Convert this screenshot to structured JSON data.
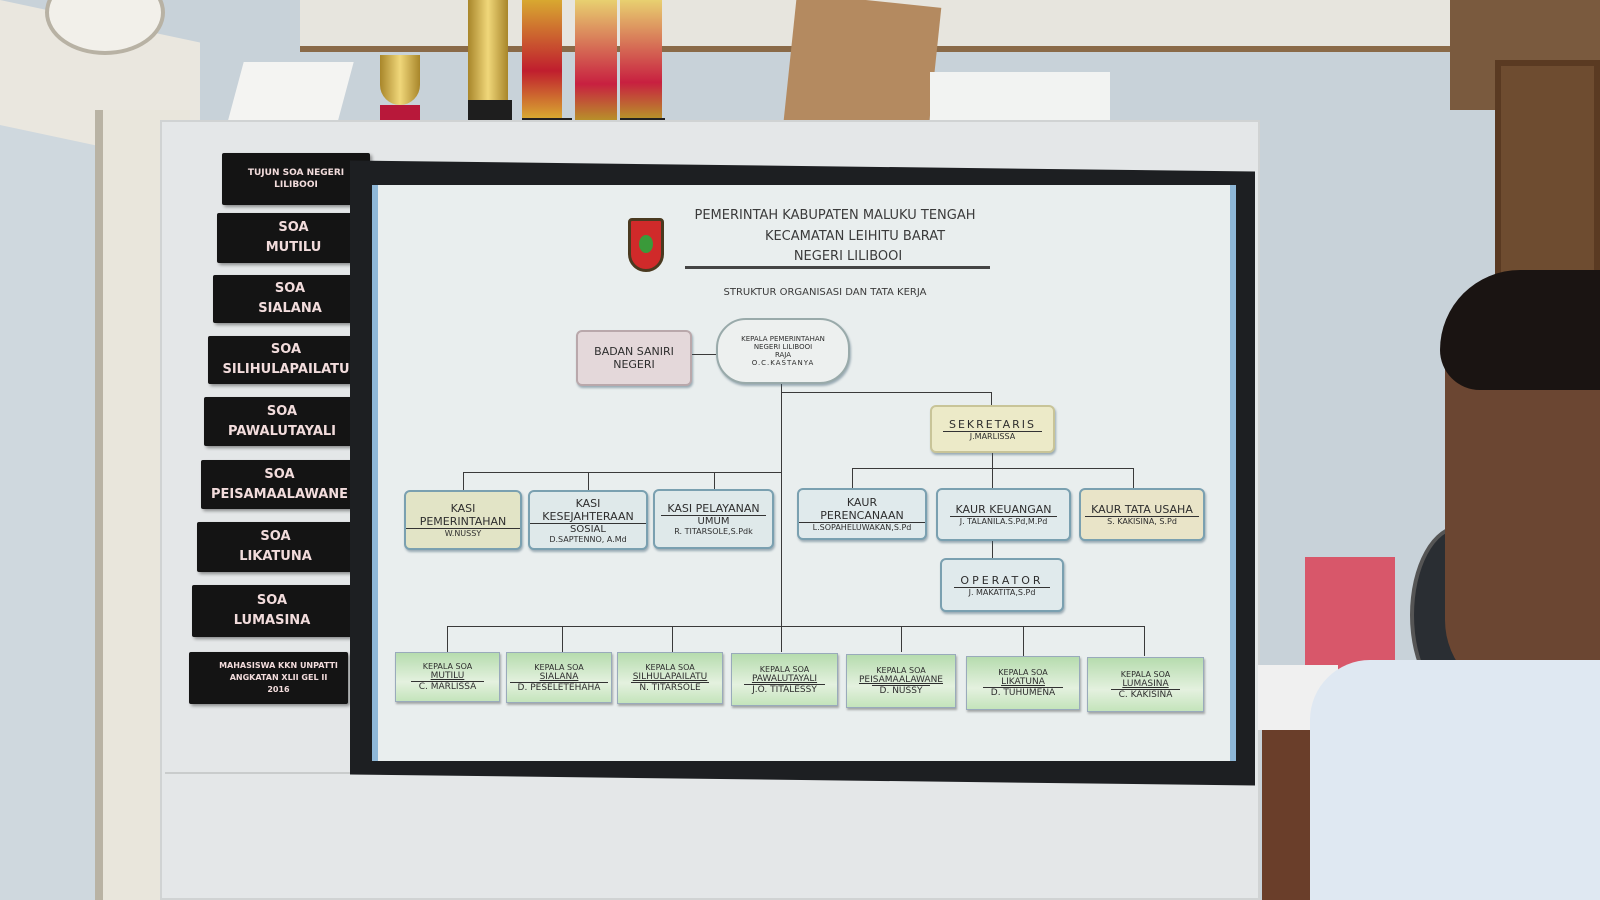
{
  "chart_header": {
    "line1": "PEMERINTAH KABUPATEN MALUKU TENGAH",
    "line2": "KECAMATAN LEIHITU BARAT",
    "line3": "NEGERI LILIBOOI",
    "subtitle": "STRUKTUR ORGANISASI DAN TATA KERJA"
  },
  "head": {
    "l1": "KEPALA PEMERINTAHAN",
    "l2": "NEGERI LILIBOOI",
    "l3": "RAJA",
    "name": "O.C.KASTANYA"
  },
  "badan": {
    "l1": "BADAN SANIRI",
    "l2": "NEGERI"
  },
  "sekretaris": {
    "title": "SEKRETARIS",
    "name": "J.MARLISSA"
  },
  "kasi": [
    {
      "title": "KASI PEMERINTAHAN",
      "sub": "",
      "name": "W.NUSSY"
    },
    {
      "title": "KASI KESEJAHTERAAN",
      "sub": "SOSIAL",
      "name": "D.SAPTENNO, A.Md"
    },
    {
      "title": "KASI PELAYANAN",
      "sub": "UMUM",
      "name": "R. TITARSOLE,S.Pdk"
    }
  ],
  "kaur": [
    {
      "title": "KAUR PERENCANAAN",
      "name": "L.SOPAHELUWAKAN,S.Pd"
    },
    {
      "title": "KAUR KEUANGAN",
      "name": "J. TALANILA.S.Pd,M.Pd"
    },
    {
      "title": "KAUR TATA USAHA",
      "name": "S. KAKISINA, S.Pd"
    }
  ],
  "operator": {
    "title": "OPERATOR",
    "name": "J. MAKATITA,S.Pd"
  },
  "soa_label": "KEPALA SOA",
  "soa": [
    {
      "soa": "MUTILU",
      "name": "C. MARLISSA"
    },
    {
      "soa": "SIALANA",
      "name": "D. PESELETEHAHA"
    },
    {
      "soa": "SILHULAPAILATU",
      "name": "N. TITARSOLE"
    },
    {
      "soa": "PAWALUTAYALI",
      "name": "J.O. TITALESSY"
    },
    {
      "soa": "PEISAMAALAWANE",
      "name": "D. NUSSY"
    },
    {
      "soa": "LIKATUNA",
      "name": "D. TUHUMENA"
    },
    {
      "soa": "LUMASINA",
      "name": "C. KAKISINA"
    }
  ],
  "signs": [
    {
      "l1": "TUJUN SOA NEGERI",
      "l2": "LILIBOOI"
    },
    {
      "l1": "SOA",
      "l2": "MUTILU"
    },
    {
      "l1": "SOA",
      "l2": "SIALANA"
    },
    {
      "l1": "SOA",
      "l2": "SILIHULAPAILATU"
    },
    {
      "l1": "SOA",
      "l2": "PAWALUTAYALI"
    },
    {
      "l1": "SOA",
      "l2": "PEISAMAALAWANE"
    },
    {
      "l1": "SOA",
      "l2": "LIKATUNA"
    },
    {
      "l1": "SOA",
      "l2": "LUMASINA"
    }
  ],
  "kkn_sign": {
    "l1": "MAHASISWA KKN UNPATTI",
    "l2": "ANGKATAN XLII GEL II",
    "l3": "2016"
  }
}
